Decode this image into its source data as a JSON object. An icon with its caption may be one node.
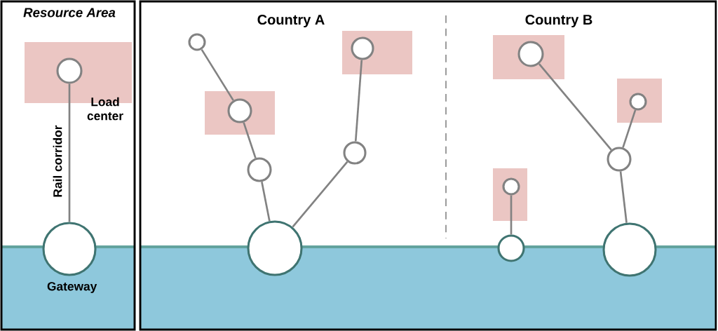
{
  "diagram": {
    "nodes": [
      {
        "text": [
          "Resource Area"
        ]
      },
      {
        "text": [],
        "shape": "circle",
        "in": 0,
        "beside": [
          "Load center"
        ]
      },
      {
        "text": [],
        "shape": "circle",
        "beside": [
          "Gateway"
        ]
      },
      {
        "text": [],
        "shape": "circle"
      },
      {
        "text": [],
        "shape": "box"
      },
      {
        "text": [],
        "shape": "circle",
        "in": 4
      },
      {
        "text": [],
        "shape": "circle"
      },
      {
        "text": [],
        "shape": "circle"
      },
      {
        "text": [],
        "shape": "box"
      },
      {
        "text": [],
        "shape": "circle",
        "in": 8
      },
      {
        "text": [],
        "shape": "circle"
      },
      {
        "text": [],
        "shape": "box"
      },
      {
        "text": [],
        "shape": "circle",
        "in": 11
      },
      {
        "text": [],
        "shape": "box"
      },
      {
        "text": [],
        "shape": "circle",
        "in": 13
      },
      {
        "text": [],
        "shape": "circle"
      },
      {
        "text": [],
        "shape": "box"
      },
      {
        "text": [],
        "shape": "circle",
        "in": 16
      },
      {
        "text": [],
        "shape": "circle"
      },
      {
        "text": [],
        "shape": "circle"
      }
    ],
    "edges": [
      {
        "from": 1,
        "to": 2,
        "arrow": "none",
        "label": "Rail corridor"
      },
      {
        "from": 3,
        "to": 5,
        "arrow": "none"
      },
      {
        "from": 5,
        "to": 6,
        "arrow": "none"
      },
      {
        "from": 6,
        "to": 7,
        "arrow": "none"
      },
      {
        "from": 9,
        "to": 10,
        "arrow": "none"
      },
      {
        "from": 10,
        "to": 7,
        "arrow": "none"
      },
      {
        "from": 12,
        "to": 15,
        "arrow": "none"
      },
      {
        "from": 14,
        "to": 15,
        "arrow": "none"
      },
      {
        "from": 15,
        "to": 19,
        "arrow": "none"
      },
      {
        "from": 17,
        "to": 18,
        "arrow": "none"
      }
    ],
    "labels": [
      "Country A",
      "Country B"
    ]
  }
}
